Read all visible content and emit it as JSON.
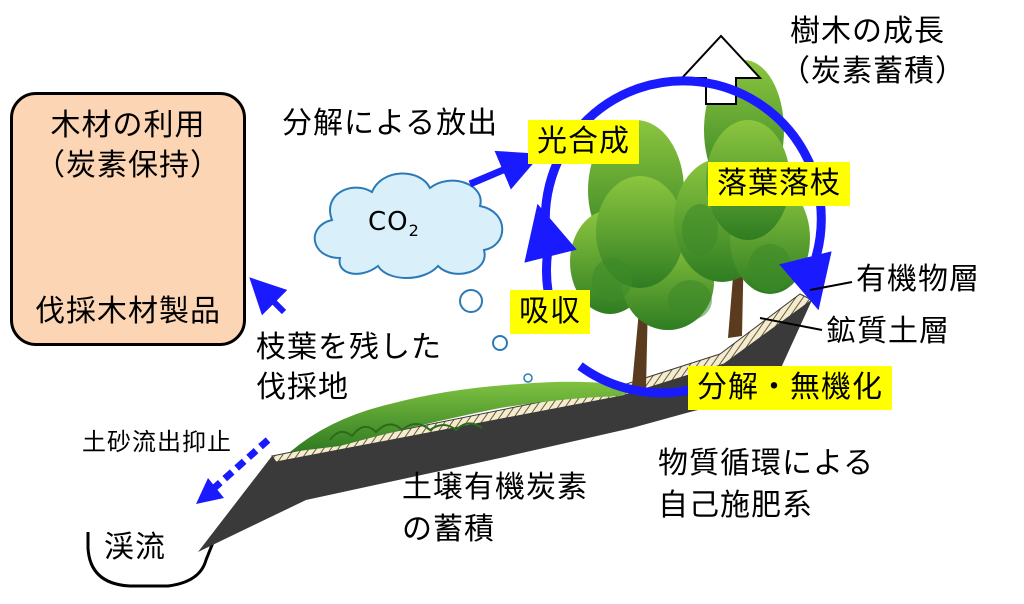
{
  "wood_box": {
    "line1": "木材の利用",
    "line2": "（炭素保持）",
    "line3": "伐採木材製品"
  },
  "cloud": {
    "co2_main": "CO",
    "co2_sub": "2"
  },
  "labels": {
    "decomposition_release": "分解による放出",
    "photosynthesis": "光合成",
    "litterfall": "落葉落枝",
    "absorption": "吸収",
    "decomp_mineral": "分解・無機化",
    "tree_growth_1": "樹木の成長",
    "tree_growth_2": "（炭素蓄積）",
    "organic_layer": "有機物層",
    "mineral_layer": "鉱質土層",
    "harvest_site_1": "枝葉を残した",
    "harvest_site_2": "伐採地",
    "sediment": "土砂流出抑止",
    "stream": "渓流",
    "soil_carbon_1": "土壌有機炭素",
    "soil_carbon_2": "の蓄積",
    "cycle_1": "物質循環による",
    "cycle_2": "自己施肥系"
  },
  "colors": {
    "cycle_arrow": "#1a1aff",
    "highlight": "#ffff00",
    "wood_box_fill": "#fcd5b4",
    "cloud_fill": "#d9f0fa",
    "slope": "#3a3a3a",
    "foliage": "#4f9a2e"
  }
}
